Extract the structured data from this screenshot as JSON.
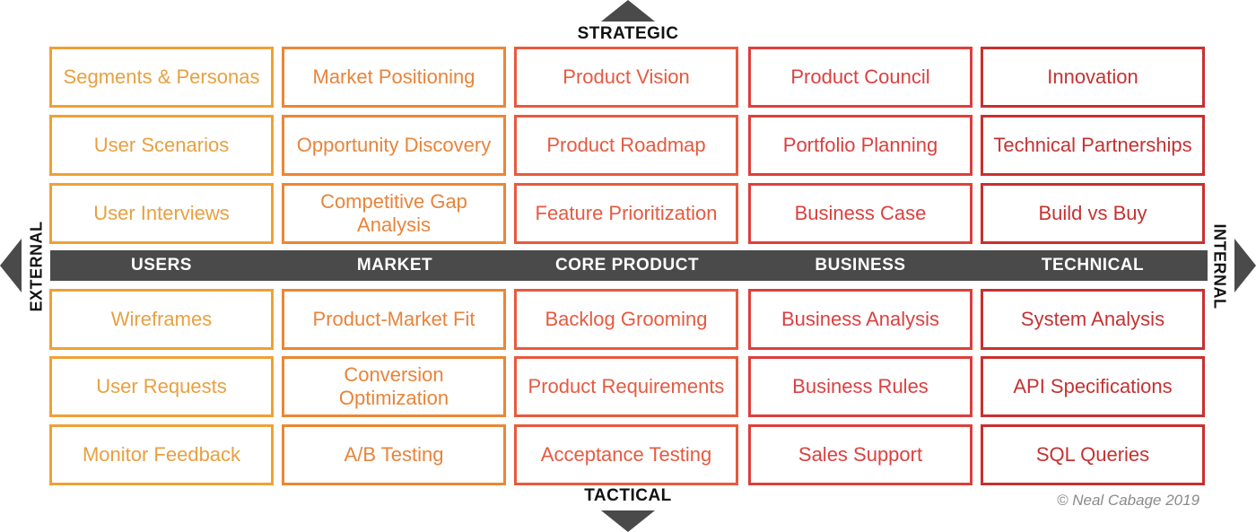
{
  "axes": {
    "top": "STRATEGIC",
    "bottom": "TACTICAL",
    "left": "EXTERNAL",
    "right": "INTERNAL"
  },
  "categories": [
    "USERS",
    "MARKET",
    "CORE PRODUCT",
    "BUSINESS",
    "TECHNICAL"
  ],
  "strategic_rows": [
    [
      "Segments & Personas",
      "Market Positioning",
      "Product Vision",
      "Product Council",
      "Innovation"
    ],
    [
      "User Scenarios",
      "Opportunity Discovery",
      "Product Roadmap",
      "Portfolio Planning",
      "Technical Partnerships"
    ],
    [
      "User Interviews",
      "Competitive Gap Analysis",
      "Feature Prioritization",
      "Business Case",
      "Build vs Buy"
    ]
  ],
  "tactical_rows": [
    [
      "Wireframes",
      "Product-Market Fit",
      "Backlog Grooming",
      "Business Analysis",
      "System Analysis"
    ],
    [
      "User Requests",
      "Conversion Optimization",
      "Product Requirements",
      "Business Rules",
      "API Specifications"
    ],
    [
      "Monitor Feedback",
      "A/B Testing",
      "Acceptance Testing",
      "Sales Support",
      "SQL Queries"
    ]
  ],
  "copyright": "© Neal Cabage 2019",
  "colors": {
    "users": "#f0a035",
    "market": "#ec8633",
    "core_product": "#e85a3d",
    "business": "#dd3f3c",
    "technical": "#c8302f",
    "band": "#4a4a4a"
  }
}
